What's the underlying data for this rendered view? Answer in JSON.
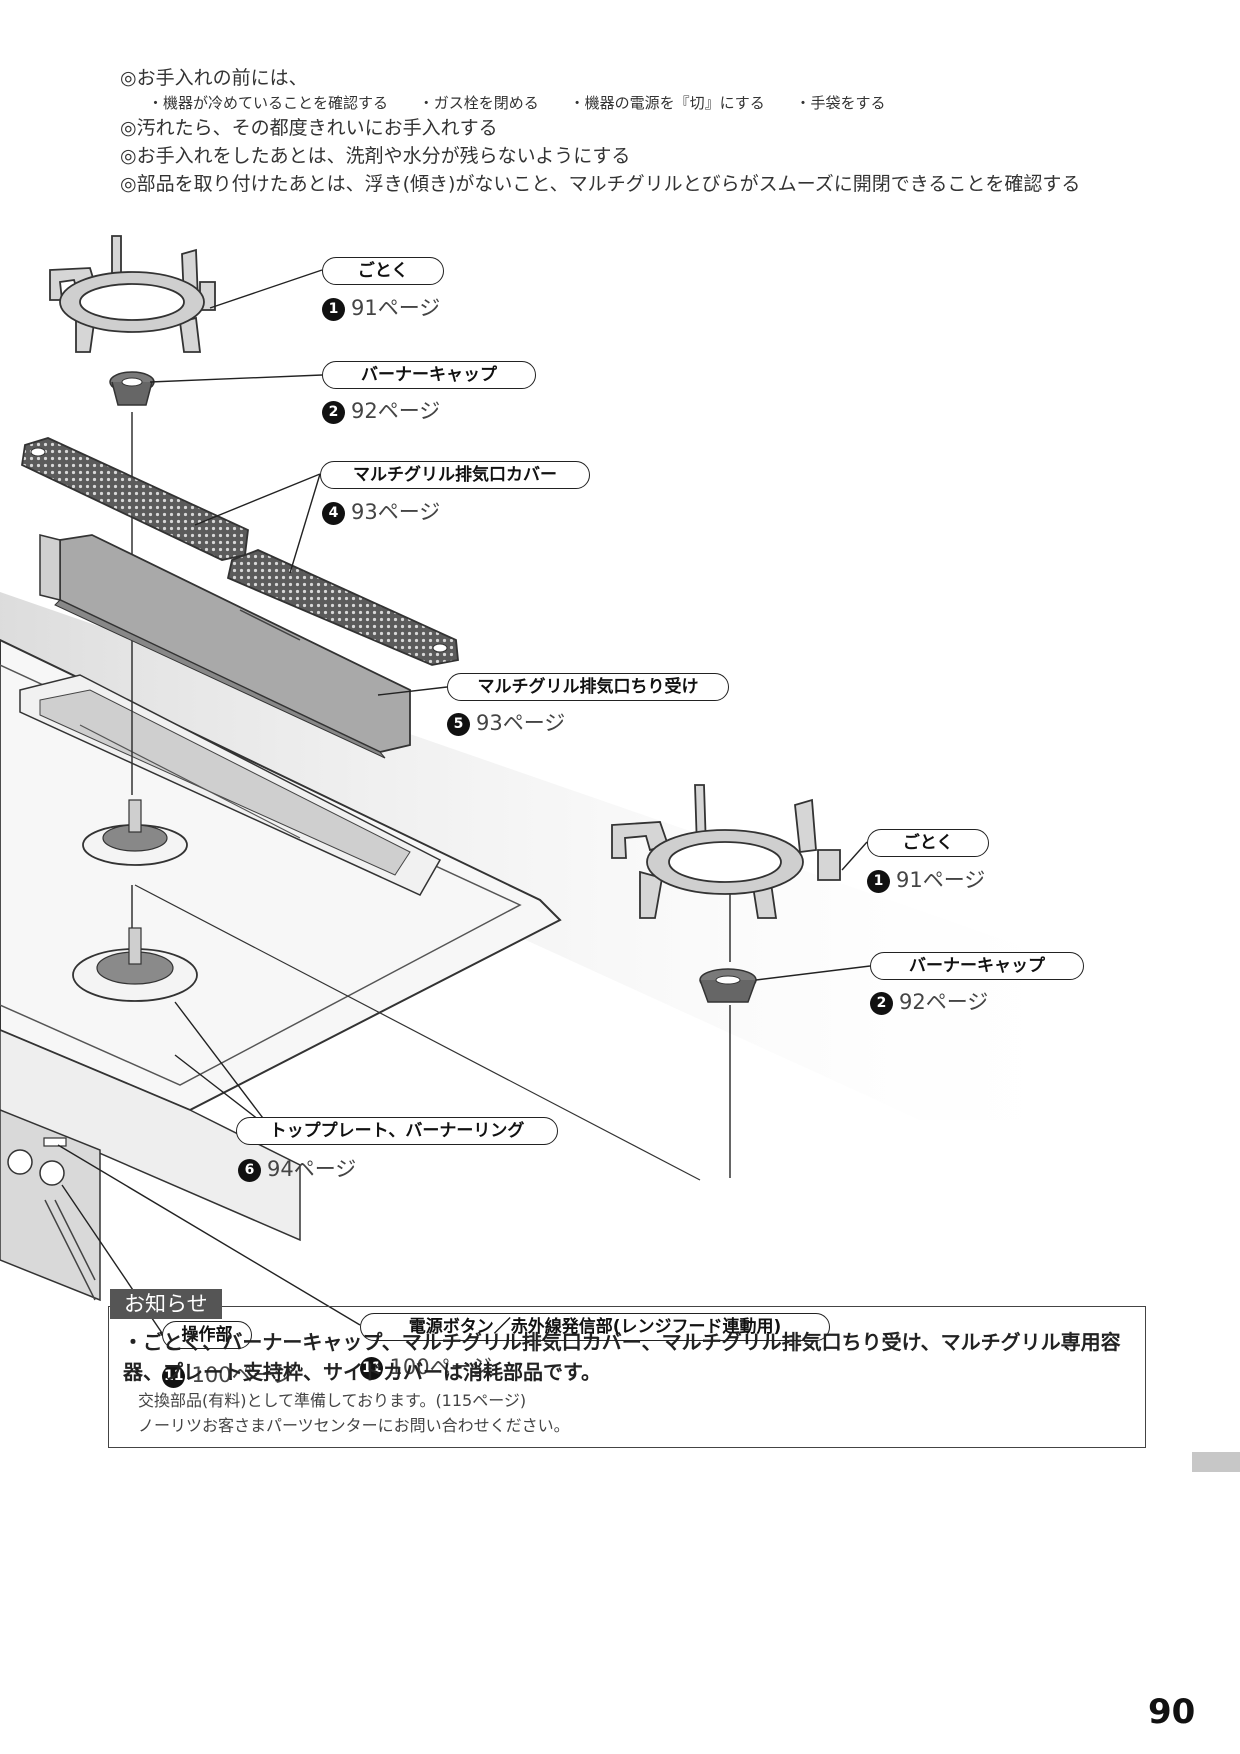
{
  "notes": {
    "line1": "◎お手入れの前には、",
    "sub_items": [
      "・機器が冷めていることを確認する",
      "・ガス栓を閉める",
      "・機器の電源を『切』にする",
      "・手袋をする"
    ],
    "line2": "◎汚れたら、その都度きれいにお手入れする",
    "line3": "◎お手入れをしたあとは、洗剤や水分が残らないようにする",
    "line4": "◎部品を取り付けたあとは、浮き(傾き)がないこと、マルチグリルとびらがスムーズに開閉できることを確認する"
  },
  "parts": [
    {
      "name": "ごとく",
      "badge": "1",
      "page": "91ページ"
    },
    {
      "name": "バーナーキャップ",
      "badge": "2",
      "page": "92ページ"
    },
    {
      "name": "マルチグリル排気口カバー",
      "badge": "4",
      "page": "93ページ"
    },
    {
      "name": "マルチグリル排気口ちり受け",
      "badge": "5",
      "page": "93ページ"
    },
    {
      "name": "ごとく",
      "badge": "1",
      "page": "91ページ"
    },
    {
      "name": "バーナーキャップ",
      "badge": "2",
      "page": "92ページ"
    },
    {
      "name": "トッププレート、バーナーリング",
      "badge": "6",
      "page": "94ページ"
    },
    {
      "name": "操作部",
      "badge": "11",
      "page": "100ページ"
    },
    {
      "name": "電源ボタン／赤外線発信部(レンジフード連動用)",
      "badge": "11",
      "page": "100ページ"
    }
  ],
  "notice": {
    "title": "お知らせ",
    "main": "・ごとく、バーナーキャップ、マルチグリル排気口カバー、マルチグリル排気口ちり受け、マルチグリル専用容器、プレート支持枠、サイドカバーは消耗部品です。",
    "sub1": "交換部品(有料)として準備しております。(115ページ)",
    "sub2": "ノーリツお客さまパーツセンターにお問い合わせください。"
  },
  "page_number": "90"
}
